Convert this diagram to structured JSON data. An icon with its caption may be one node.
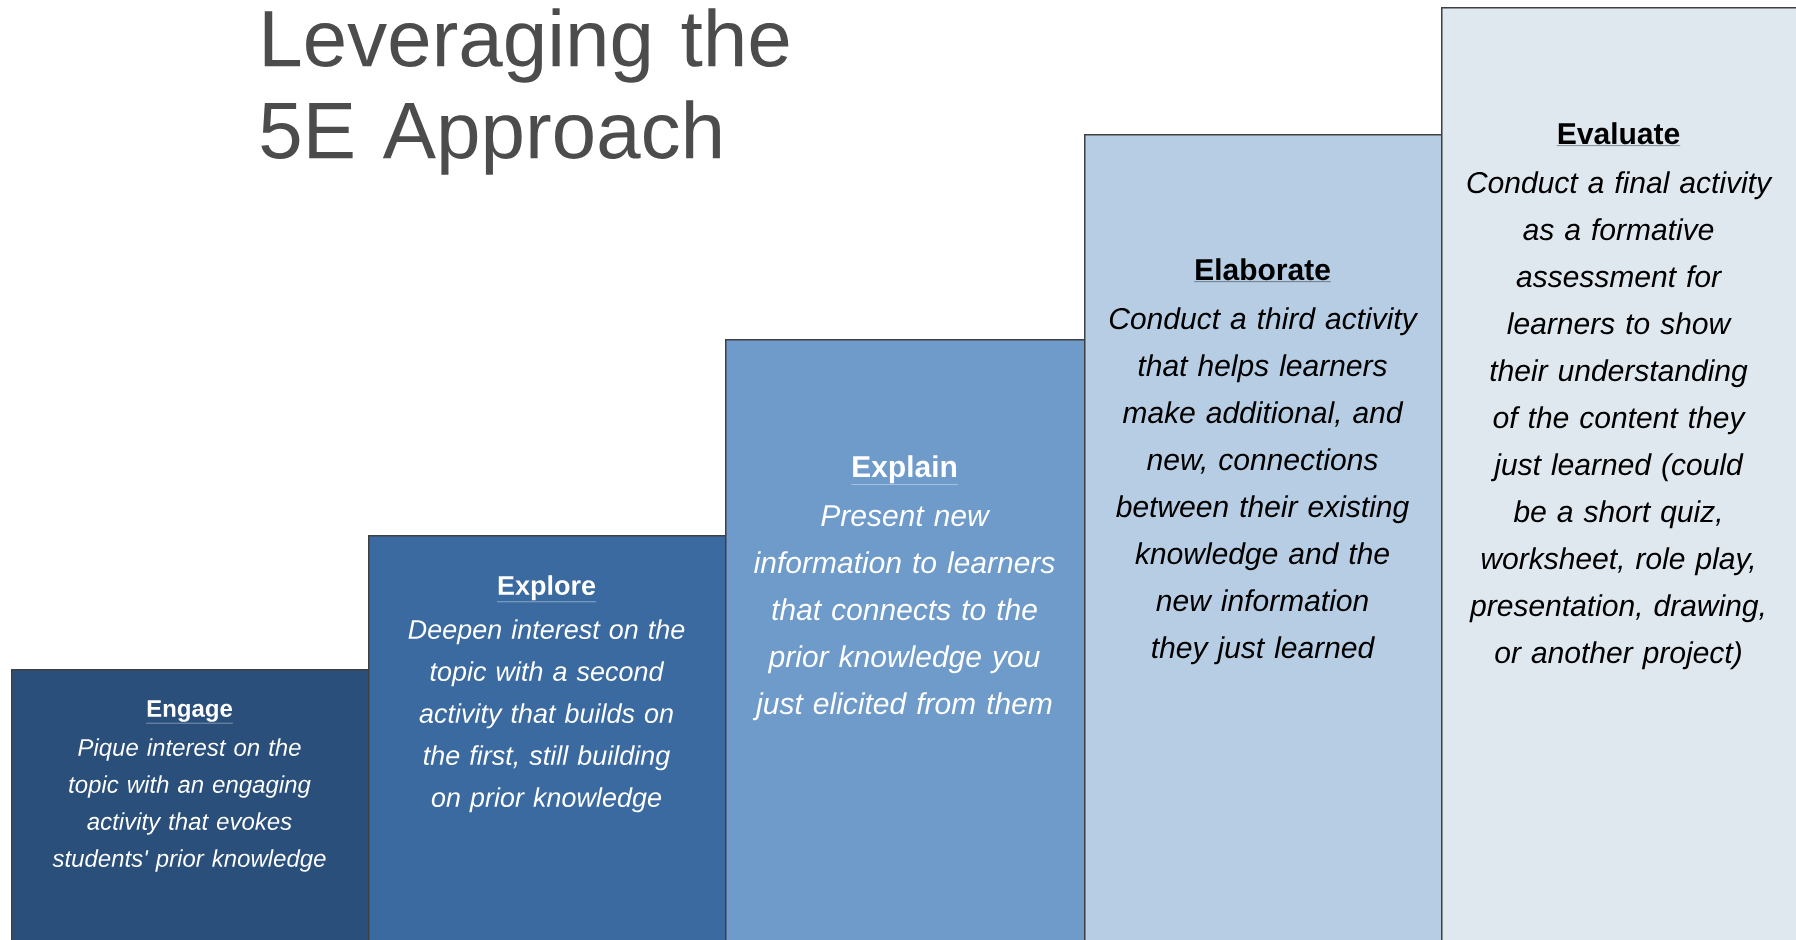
{
  "diagram": {
    "title": "Leveraging the 5E Approach",
    "nodes": [
      {
        "text": [
          "Engage",
          "Pique interest on the topic with an engaging activity that evokes students' prior knowledge"
        ]
      },
      {
        "text": [
          "Explore",
          "Deepen interest on the topic with a second activity that builds on the first, still building on prior knowledge"
        ]
      },
      {
        "text": [
          "Explain",
          "Present new information to learners that connects to the prior knowledge you just elicited from them"
        ]
      },
      {
        "text": [
          "Elaborate",
          "Conduct a third activity that helps learners make additional, and new, connections between their existing knowledge and the new information they just learned"
        ]
      },
      {
        "text": [
          "Evaluate",
          "Conduct a final activity as a formative assessment for learners to show their understanding of the content they just learned (could be a short quiz, worksheet, role play, presentation, drawing, or another project)"
        ]
      }
    ]
  }
}
